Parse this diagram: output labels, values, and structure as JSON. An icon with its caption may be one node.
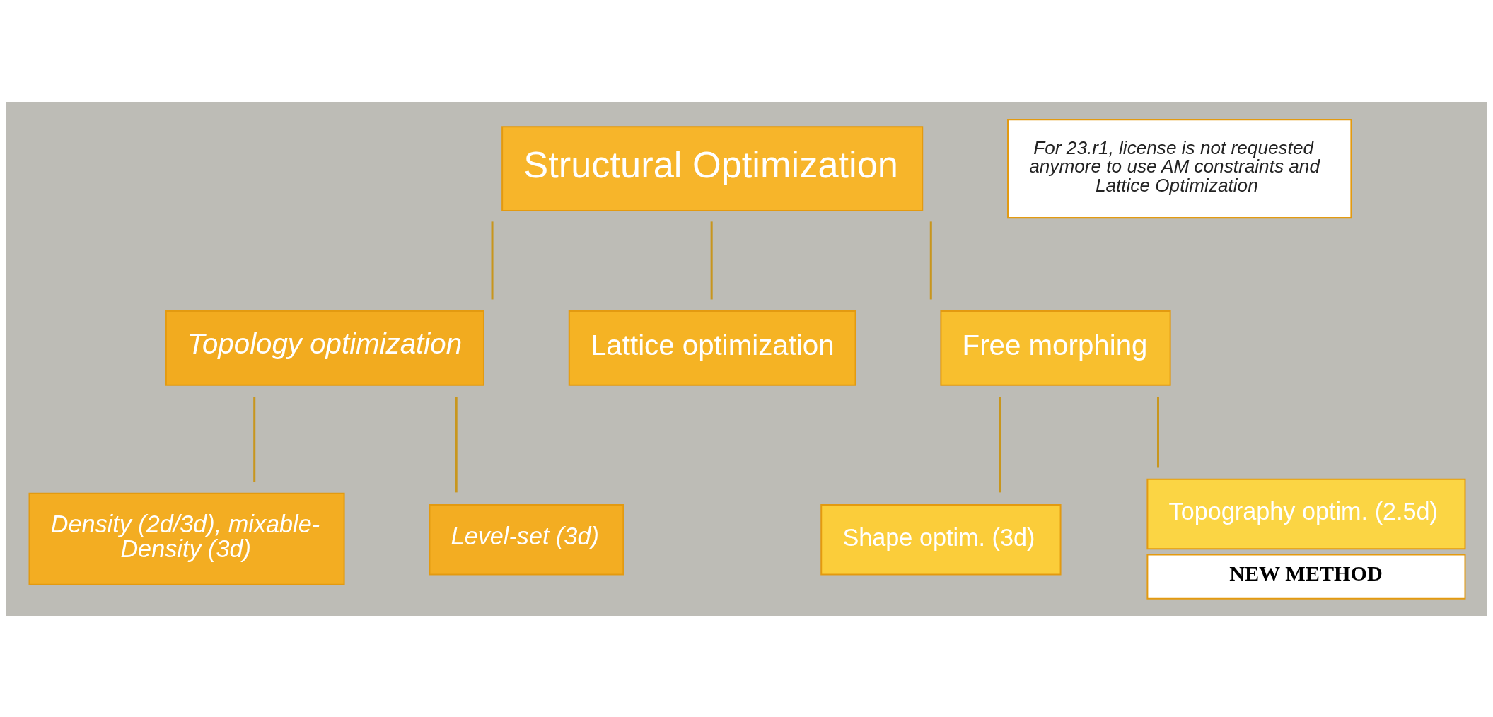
{
  "diagram": {
    "nodes": [
      {
        "text": [
          "Structural Optimization"
        ]
      },
      {
        "text": [
          "Topology optimization"
        ]
      },
      {
        "text": [
          "Lattice optimization"
        ]
      },
      {
        "text": [
          "Free morphing"
        ]
      },
      {
        "text": [
          "Density (2d/3d), mixable-Density (3d)"
        ]
      },
      {
        "text": [
          "Level-set (3d)"
        ]
      },
      {
        "text": [
          "Shape optim. (3d)"
        ]
      },
      {
        "text": [
          "Topography optim. (2.5d)"
        ],
        "beside": [
          "NEW METHOD"
        ]
      },
      {
        "text": [
          "For 23.r1, license is not requested anymore to use AM constraints and Lattice Optimization"
        ]
      }
    ],
    "edges": [
      {
        "from": 0,
        "to": 1,
        "arrow": "none"
      },
      {
        "from": 0,
        "to": 2,
        "arrow": "none"
      },
      {
        "from": 0,
        "to": 3,
        "arrow": "none"
      },
      {
        "from": 1,
        "to": 4,
        "arrow": "none"
      },
      {
        "from": 1,
        "to": 5,
        "arrow": "none"
      },
      {
        "from": 3,
        "to": 6,
        "arrow": "none"
      },
      {
        "from": 3,
        "to": 7,
        "arrow": "none"
      }
    ]
  }
}
